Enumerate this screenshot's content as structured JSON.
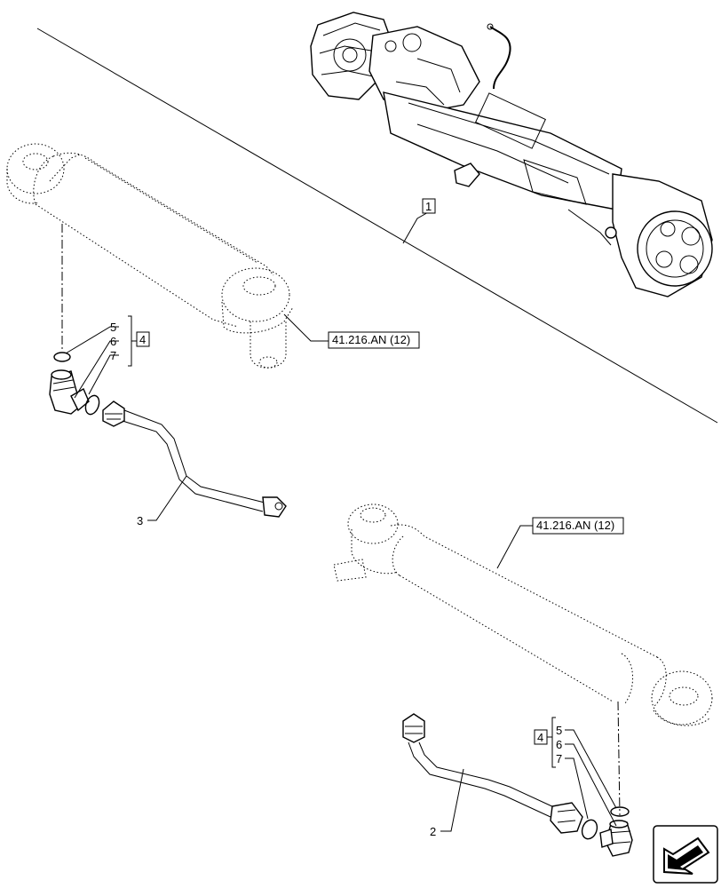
{
  "callouts": {
    "item_1": "1",
    "item_2": "2",
    "item_3": "3",
    "item_4_top": "4",
    "item_4_bottom": "4",
    "item_5_top": "5",
    "item_6_top": "6",
    "item_7_top": "7",
    "item_5_bottom": "5",
    "item_6_bottom": "6",
    "item_7_bottom": "7"
  },
  "references": {
    "top_cylinder": "41.216.AN (12)",
    "bottom_cylinder": "41.216.AN (12)"
  },
  "icons": {
    "navigation": "arrow-icon"
  }
}
